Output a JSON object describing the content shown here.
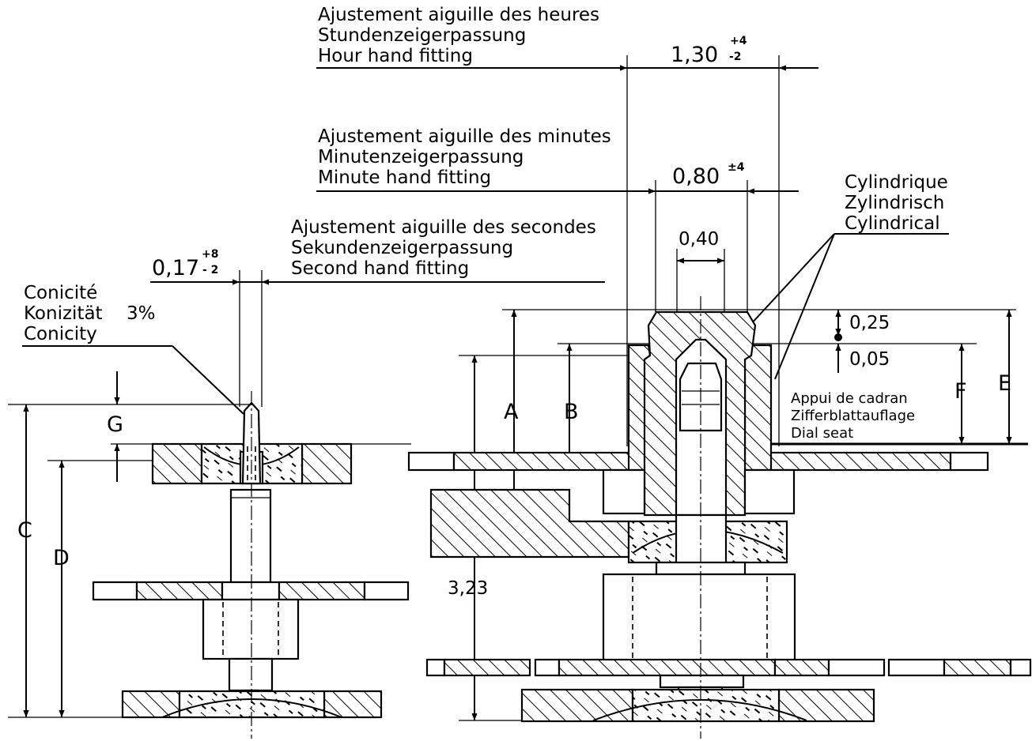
{
  "labels": {
    "hour": {
      "fr": "Ajustement aiguille des heures",
      "de": "Stundenzeigerpassung",
      "en": "Hour hand fitting",
      "dim_main": "1,30",
      "dim_plus": "+4",
      "dim_minus": "-2"
    },
    "minute": {
      "fr": "Ajustement aiguille des minutes",
      "de": "Minutenzeigerpassung",
      "en": "Minute hand fitting",
      "dim_main": "0,80",
      "dim_tol": "±4"
    },
    "second": {
      "fr": "Ajustement aiguille des secondes",
      "de": "Sekundenzeigerpassung",
      "en": "Second hand fitting",
      "dim_main": "0,17",
      "dim_plus": "+8",
      "dim_minus": "- 2"
    },
    "conicity": {
      "fr": "Conicité",
      "de": "Konizität",
      "value": "3%",
      "en": "Conicity"
    },
    "cylindrical": {
      "fr": "Cylindrique",
      "de": "Zylindrisch",
      "en": "Cylindrical"
    },
    "dial_seat": {
      "fr": "Appui de cadran",
      "de": "Zifferblattauflage",
      "en": "Dial seat"
    },
    "dims": {
      "d040": "0,40",
      "d025": "0,25",
      "d005": "0,05",
      "d323": "3,23"
    },
    "letters": {
      "A": "A",
      "B": "B",
      "C": "C",
      "D": "D",
      "E": "E",
      "F": "F",
      "G": "G"
    }
  }
}
